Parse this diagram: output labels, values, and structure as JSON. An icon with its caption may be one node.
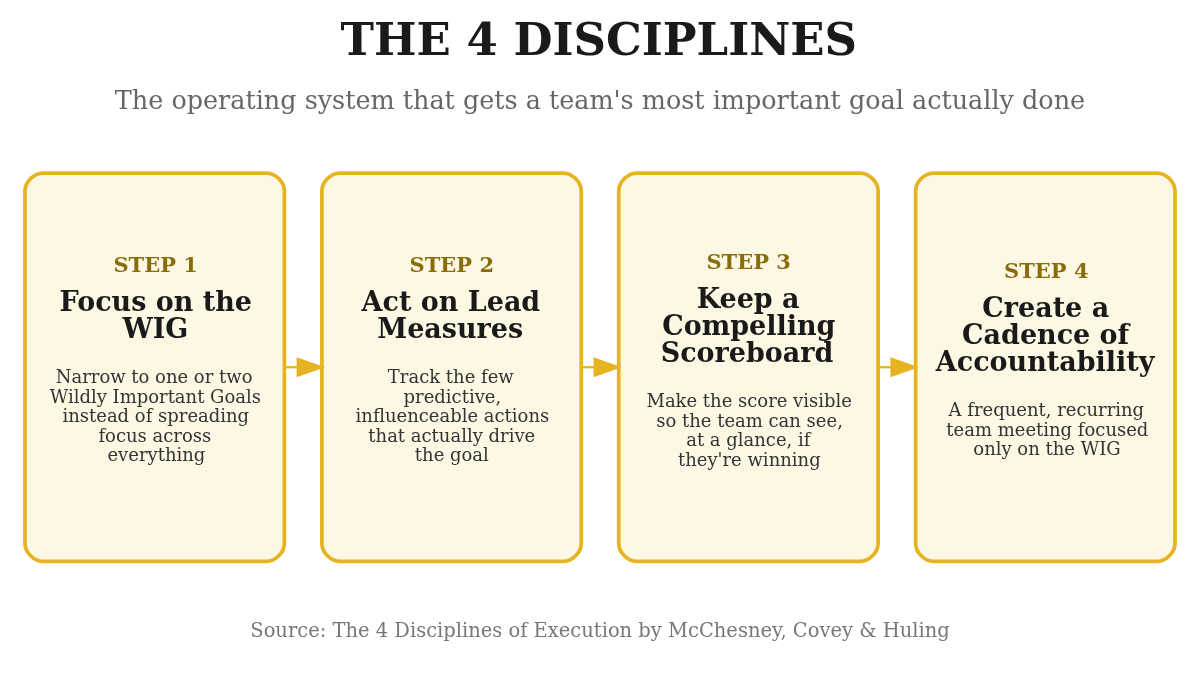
{
  "diagram": {
    "title": "THE 4 DISCIPLINES",
    "caption": "Source: The 4 Disciplines of Execution by McChesney, Covey & Huling",
    "nodes": [
      {
        "text": [
          "STEP 1",
          "Focus on the WIG",
          "Narrow to one or two Wildly Important Goals instead of spreading focus across everything"
        ]
      },
      {
        "text": [
          "STEP 2",
          "Act on Lead Measures",
          "Track the few predictive, influenceable actions that actually drive the goal"
        ]
      },
      {
        "text": [
          "STEP 3",
          "Keep a Compelling Scoreboard",
          "Make the score visible so the team can see, at a glance, if they're winning"
        ]
      },
      {
        "text": [
          "STEP 4",
          "Create a Cadence of Accountability",
          "A frequent, recurring team meeting focused only on the WIG"
        ]
      }
    ],
    "edges": [
      {
        "from": 0,
        "to": 1,
        "arrow": "to"
      },
      {
        "from": 1,
        "to": 2,
        "arrow": "to"
      },
      {
        "from": 2,
        "to": 3,
        "arrow": "to"
      }
    ],
    "labels": [
      "The operating system that gets a team's most important goal actually done"
    ]
  }
}
